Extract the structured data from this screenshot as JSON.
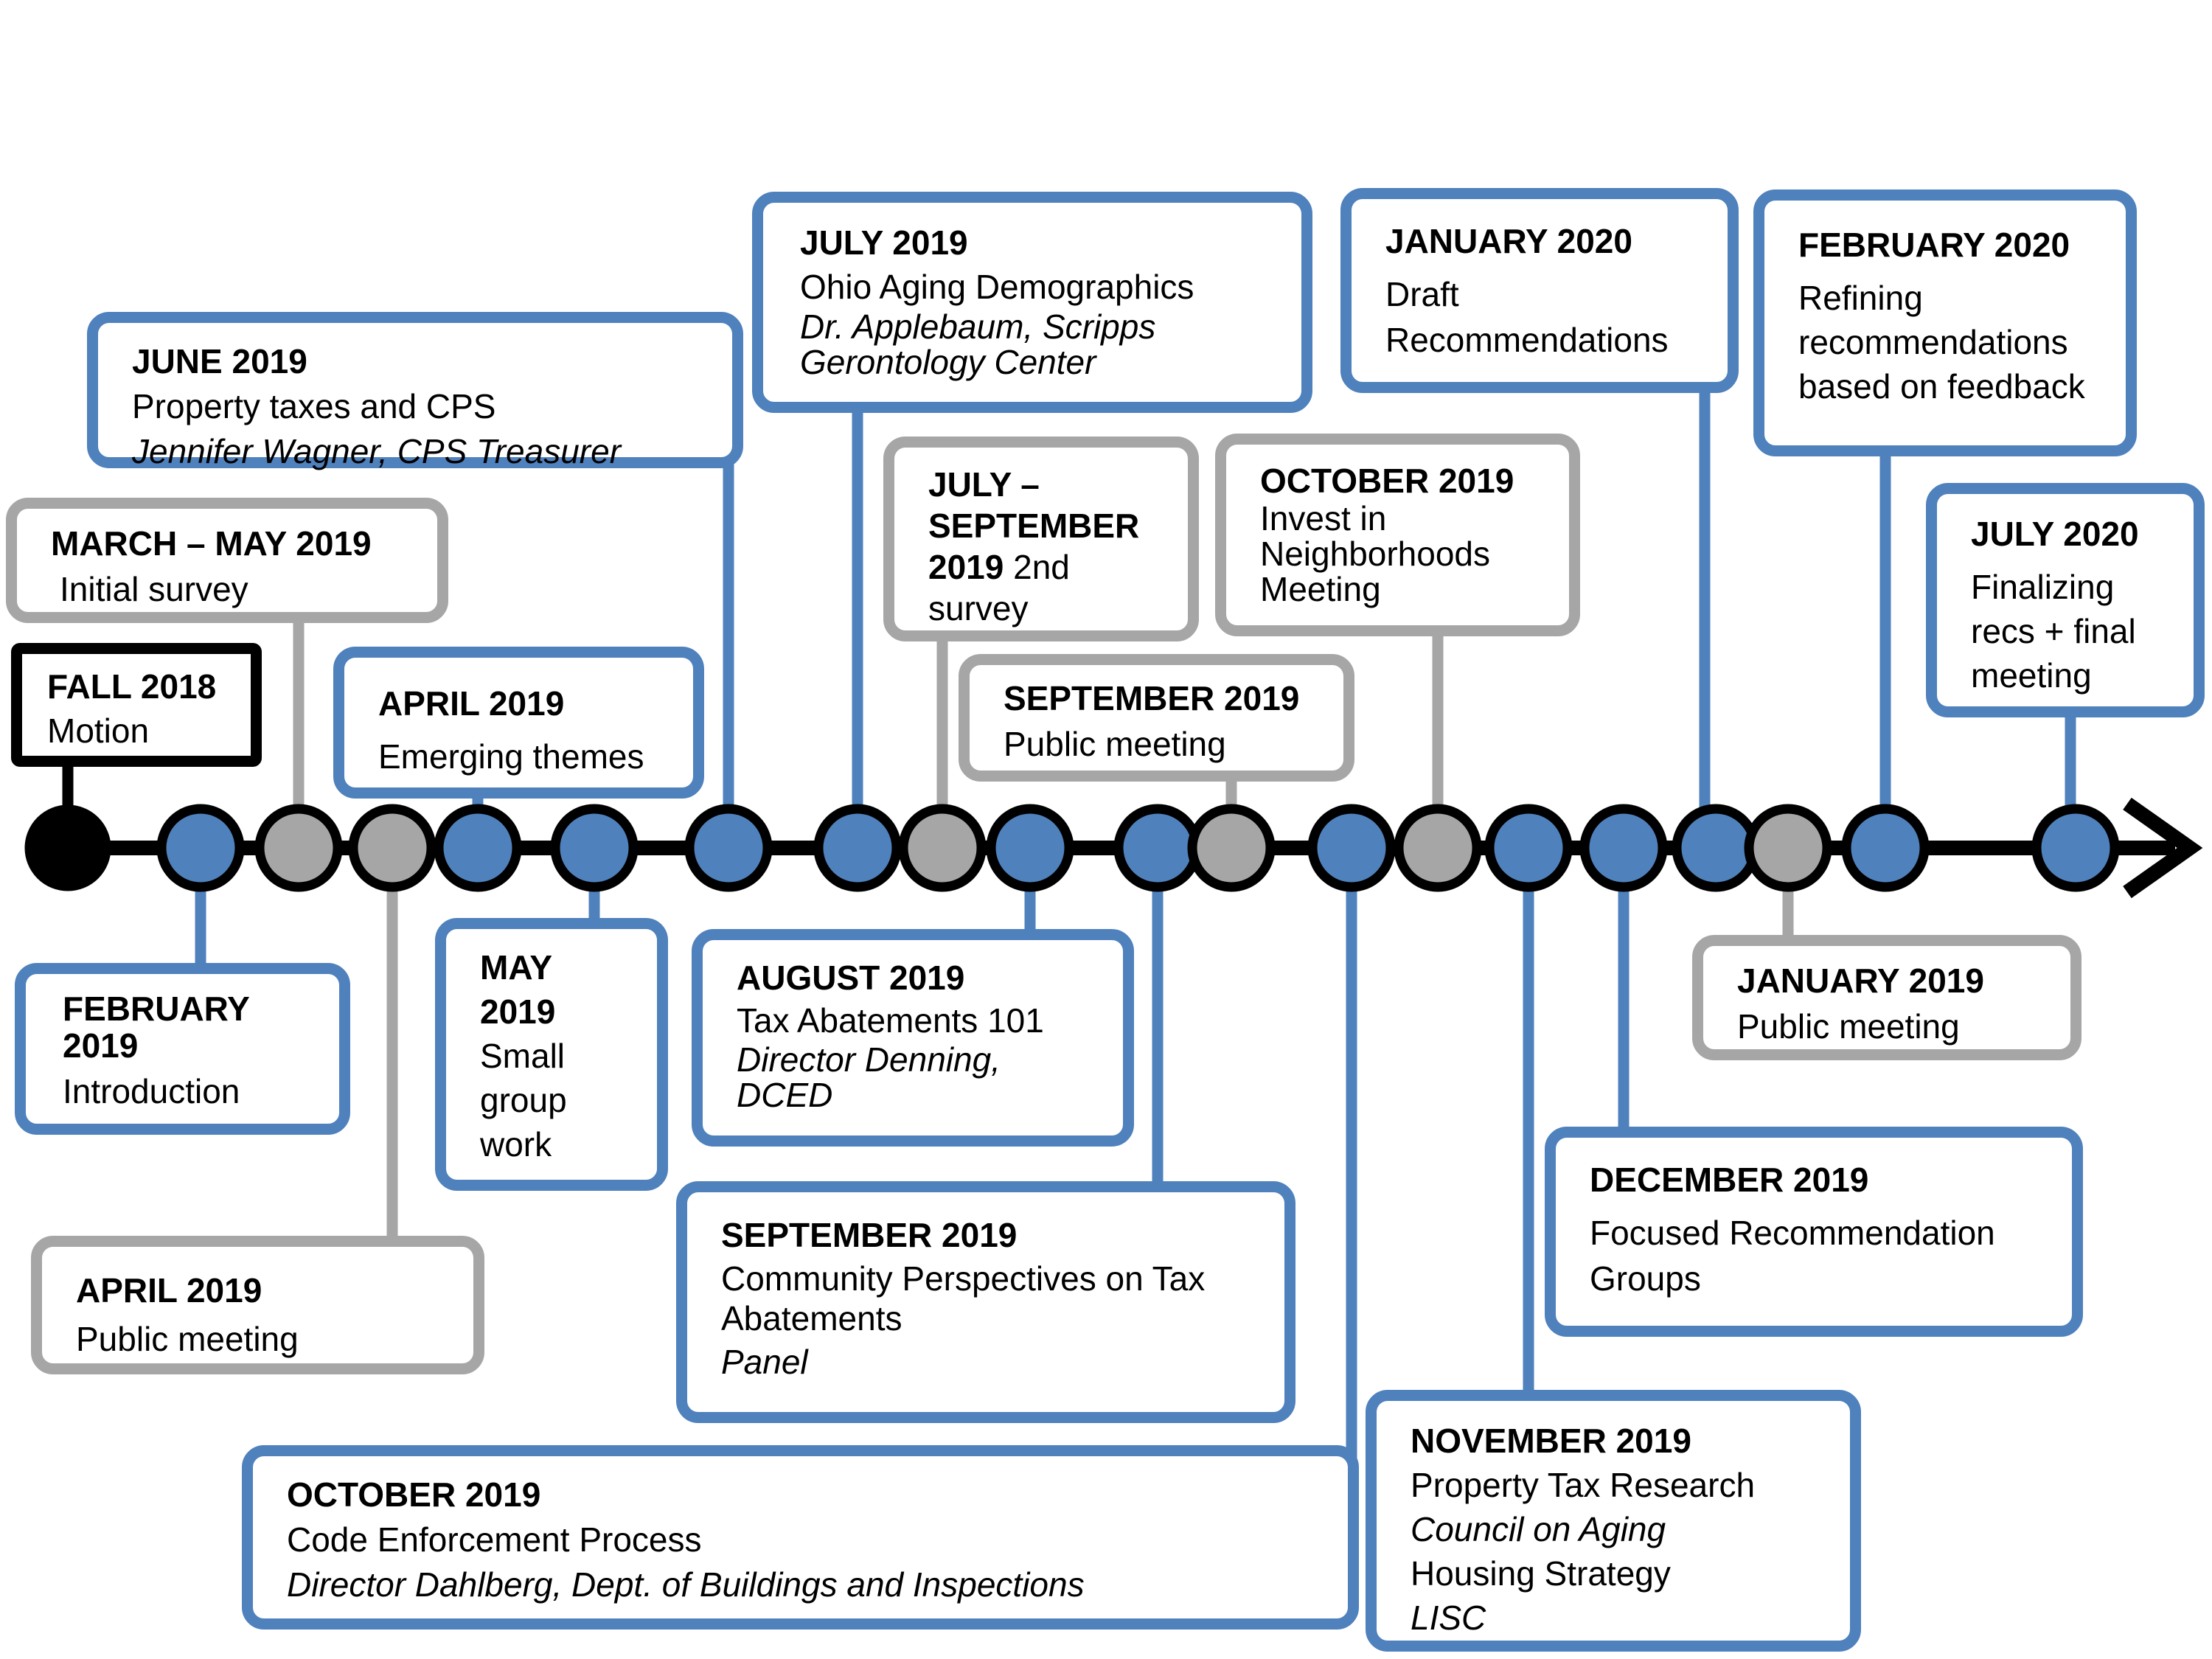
{
  "colors": {
    "blue": "#4f81bd",
    "gray": "#a6a6a6",
    "black": "#000000"
  },
  "events": [
    {
      "id": "fall-2018",
      "date": "FALL 2018",
      "lines": [
        "Motion"
      ],
      "italic": [],
      "color": "black"
    },
    {
      "id": "feb-2019",
      "date": "FEBRUARY 2019",
      "lines": [
        "Introduction"
      ],
      "italic": [],
      "color": "blue"
    },
    {
      "id": "mar-may-2019",
      "date": "MARCH – MAY 2019",
      "lines": [
        "Initial survey"
      ],
      "italic": [],
      "color": "gray"
    },
    {
      "id": "apr-2019-public",
      "date": "APRIL 2019",
      "lines": [
        "Public meeting"
      ],
      "italic": [],
      "color": "gray"
    },
    {
      "id": "apr-2019-themes",
      "date": "APRIL 2019",
      "lines": [
        "Emerging themes"
      ],
      "italic": [],
      "color": "blue"
    },
    {
      "id": "may-2019",
      "date": "MAY 2019",
      "lines": [
        "Small group work"
      ],
      "italic": [],
      "color": "blue"
    },
    {
      "id": "jun-2019",
      "date": "JUNE 2019",
      "lines": [
        "Property taxes and CPS"
      ],
      "italic": [
        "Jennifer Wagner, CPS Treasurer"
      ],
      "color": "blue"
    },
    {
      "id": "jul-2019",
      "date": "JULY 2019",
      "lines": [
        "Ohio Aging Demographics"
      ],
      "italic": [
        "Dr. Applebaum, Scripps Gerontology Center"
      ],
      "color": "blue"
    },
    {
      "id": "jul-sep-2019",
      "date": "JULY – SEPTEMBER 2019",
      "lines": [
        "2nd survey"
      ],
      "italic": [],
      "color": "gray"
    },
    {
      "id": "aug-2019",
      "date": "AUGUST 2019",
      "lines": [
        "Tax Abatements 101"
      ],
      "italic": [
        "Director Denning, DCED"
      ],
      "color": "blue"
    },
    {
      "id": "sep-2019-panel",
      "date": "SEPTEMBER 2019",
      "lines": [
        "Community Perspectives on Tax Abatements"
      ],
      "italic": [
        "Panel"
      ],
      "color": "blue"
    },
    {
      "id": "sep-2019-public",
      "date": "SEPTEMBER 2019",
      "lines": [
        "Public meeting"
      ],
      "italic": [],
      "color": "gray"
    },
    {
      "id": "oct-2019-code",
      "date": "OCTOBER 2019",
      "lines": [
        "Code Enforcement Process"
      ],
      "italic": [
        "Director Dahlberg, Dept. of Buildings and Inspections"
      ],
      "color": "blue"
    },
    {
      "id": "oct-2019-invest",
      "date": "OCTOBER 2019",
      "lines": [
        "Invest in Neighborhoods Meeting"
      ],
      "italic": [],
      "color": "gray"
    },
    {
      "id": "nov-2019",
      "date": "NOVEMBER 2019",
      "lines": [
        "Property Tax Research"
      ],
      "italic": [
        "Council on Aging"
      ],
      "lines2": [
        "Housing Strategy"
      ],
      "italic2": [
        "LISC"
      ],
      "color": "blue"
    },
    {
      "id": "dec-2019",
      "date": "DECEMBER 2019",
      "lines": [
        "Focused Recommendation Groups"
      ],
      "italic": [],
      "color": "blue"
    },
    {
      "id": "jan-2020",
      "date": "JANUARY 2020",
      "lines": [
        "Draft Recommendations"
      ],
      "italic": [],
      "color": "blue"
    },
    {
      "id": "jan-2019-public",
      "date": "JANUARY 2019",
      "lines": [
        "Public meeting"
      ],
      "italic": [],
      "color": "gray"
    },
    {
      "id": "feb-2020",
      "date": "FEBRUARY 2020",
      "lines": [
        "Refining recommendations based on feedback"
      ],
      "italic": [],
      "color": "blue"
    },
    {
      "id": "jul-2020",
      "date": "JULY 2020",
      "lines": [
        "Finalizing recs + final meeting"
      ],
      "italic": [],
      "color": "blue"
    }
  ]
}
